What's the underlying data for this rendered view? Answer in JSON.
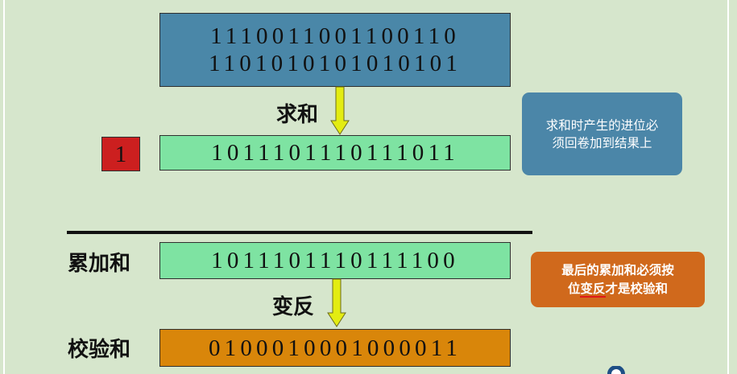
{
  "colors": {
    "background": "#d6e6cc",
    "operands_box": "#4a87a8",
    "sum_box": "#7ee3a2",
    "carry_box": "#cc1f1f",
    "checksum_box": "#d9860a",
    "callout_blue": "#4b86a8",
    "callout_orange": "#d0691c",
    "arrow": "#e3ec12"
  },
  "operands": [
    "1110011001100110",
    "1101010101010101"
  ],
  "sum_step": {
    "label": "求和",
    "result": "1011101110111011",
    "carry": "1"
  },
  "carry_note": {
    "line1": "求和时产生的进位必",
    "line2": "须回卷加到结果上"
  },
  "accumulated": {
    "label": "累加和",
    "value": "1011101110111100"
  },
  "invert_step": {
    "label": "变反"
  },
  "checksum": {
    "label": "校验和",
    "value": "0100010001000011"
  },
  "final_note": {
    "line1": "最后的累加和必须按",
    "line2_a": "位",
    "line2_b": "变反",
    "line2_c": "才是校验和"
  }
}
